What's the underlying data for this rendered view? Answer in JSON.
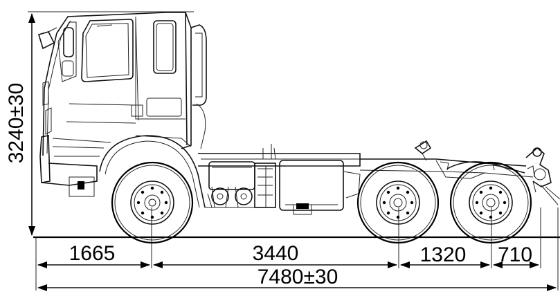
{
  "dimensions": {
    "height": "3240±30",
    "front_overhang": "1665",
    "wheelbase_front": "3440",
    "wheelbase_rear": "1320",
    "rear_overhang": "710",
    "total_length": "7480±30"
  }
}
